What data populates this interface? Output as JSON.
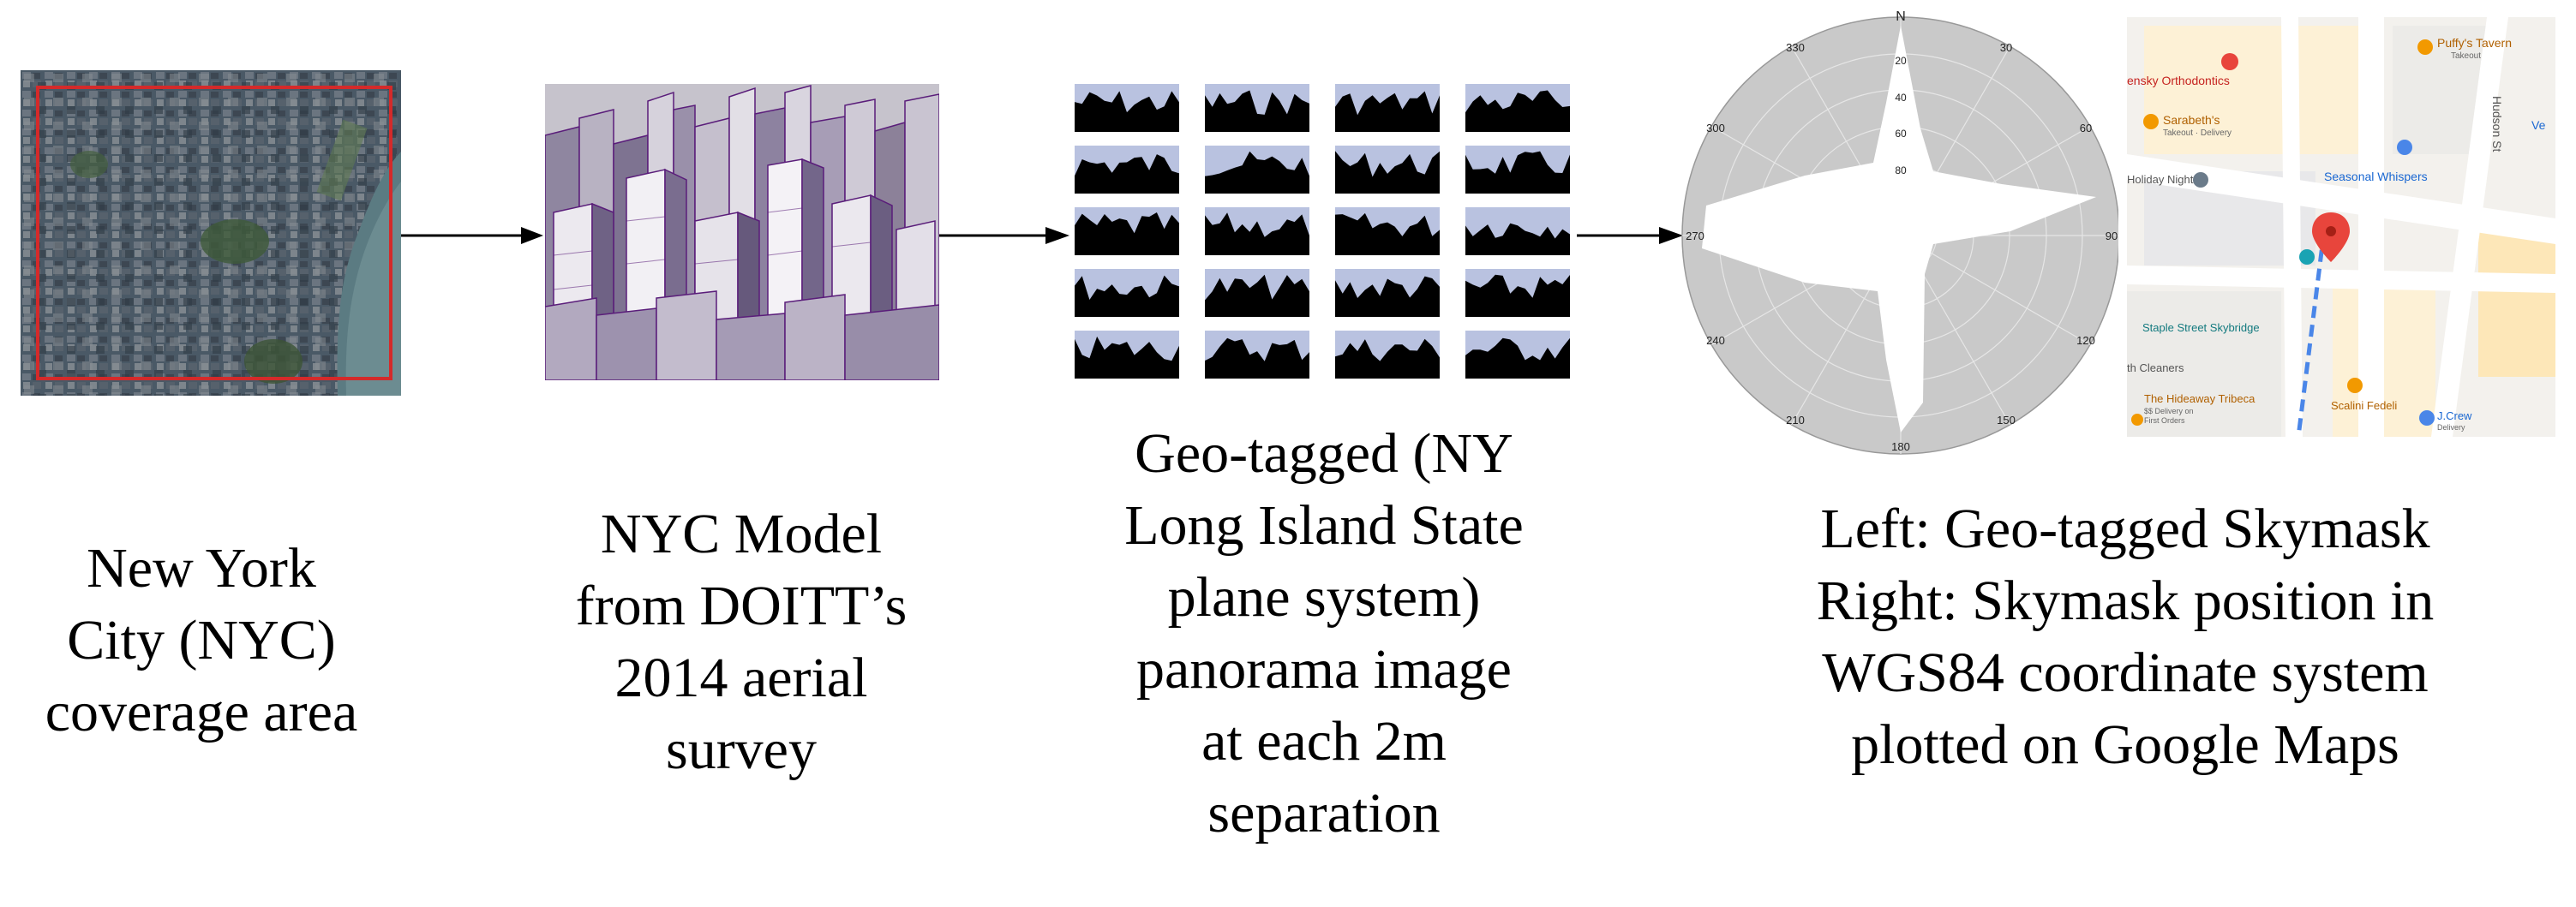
{
  "panels": {
    "coverage": {
      "lines": [
        "New York",
        "City (NYC)",
        "coverage area"
      ]
    },
    "model": {
      "lines": [
        "NYC Model",
        "from DOITT’s",
        "2014 aerial",
        "survey"
      ]
    },
    "panorama": {
      "lines": [
        "Geo-tagged (NY",
        "Long Island State",
        "plane system)",
        "panorama image",
        "at each 2m",
        "separation"
      ]
    },
    "skymask": {
      "lines": [
        "Left: Geo-tagged Skymask",
        "Right: Skymask position in",
        "WGS84 coordinate system",
        "plotted on Google Maps"
      ]
    }
  },
  "polar_plot": {
    "north_label": "N",
    "angle_labels": [
      "30",
      "60",
      "90",
      "120",
      "150",
      "180",
      "210",
      "240",
      "270",
      "300",
      "330"
    ],
    "radial_labels": [
      "20",
      "40",
      "60",
      "80"
    ]
  },
  "map": {
    "labels": {
      "puffys": "Puffy's Tavern",
      "puffys_sub": "Takeout",
      "orthodontics": "ensky Orthodontics",
      "sarabeths": "Sarabeth's",
      "sarabeths_sub": "Takeout · Delivery",
      "holiday": "Holiday Night",
      "seasonal": "Seasonal Whispers",
      "hudson": "Hudson St",
      "staple": "Staple Street Skybridge",
      "cleaners": "th Cleaners",
      "hideaway": "The Hideaway Tribeca",
      "hideaway_sub": "$$ Delivery on\nFirst Orders",
      "fedeli": "Scalini Fedeli",
      "crew": "J.Crew",
      "crew_sub": "Delivery",
      "edge_text": "Ve"
    }
  },
  "colors": {
    "arrow": "#000000",
    "coverage_box": "#d42a2a",
    "polar_fill": "#c9c9c9",
    "skymask_fill": "#ffffff",
    "map_pin": "#e8453c",
    "map_route": "#4a86e8"
  }
}
